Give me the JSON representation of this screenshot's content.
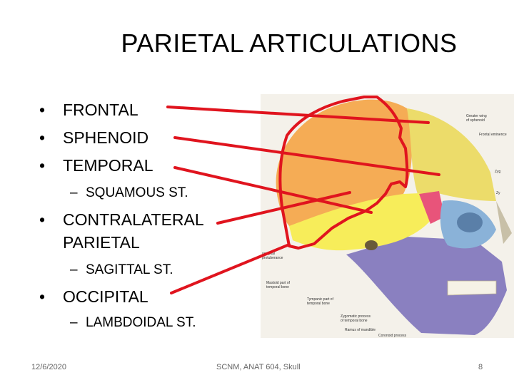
{
  "slide": {
    "title": "PARIETAL ARTICULATIONS",
    "bullets": [
      {
        "text": "FRONTAL"
      },
      {
        "text": "SPHENOID"
      },
      {
        "text": "TEMPORAL"
      },
      {
        "text": "SQUAMOUS ST.",
        "level": 2
      },
      {
        "text": "CONTRALATERAL",
        "continuation": "PARIETAL"
      },
      {
        "text": "SAGITTAL ST.",
        "level": 2
      },
      {
        "text": "OCCIPITAL"
      },
      {
        "text": "LAMBDOIDAL ST.",
        "level": 2
      }
    ],
    "bullet_glyph": "•",
    "sub_glyph": "–"
  },
  "figure": {
    "labels": {
      "greater_wing": "Greater wing",
      "of_sphenoid": "of sphenoid",
      "frontal_eminence": "Frontal eminence",
      "occipital": "occipital",
      "protuberance": "protuberance",
      "mastoid": "Mastoid part of",
      "temporal_bone": "temporal bone",
      "tympanic": "Tympanic part of",
      "temporal_bone_2": "temporal bone",
      "zygomatic": "Zygomatic process",
      "of_temporal": "of temporal bone",
      "ramus": "Ramus of mandible",
      "coronoid": "Coronoid process",
      "zyg_edge": "Zyg",
      "zy_edge": "Zy"
    },
    "colors": {
      "parietal": "#f5ac55",
      "frontal": "#ecdc6a",
      "temporal": "#f7ed5a",
      "sphenoid": "#e8547a",
      "zygomatic": "#8ab2d8",
      "mandible": "#8a80c0",
      "annotation": "#e0141e"
    }
  },
  "footer": {
    "date": "12/6/2020",
    "course": "SCNM, ANAT 604, Skull",
    "page": "8"
  }
}
